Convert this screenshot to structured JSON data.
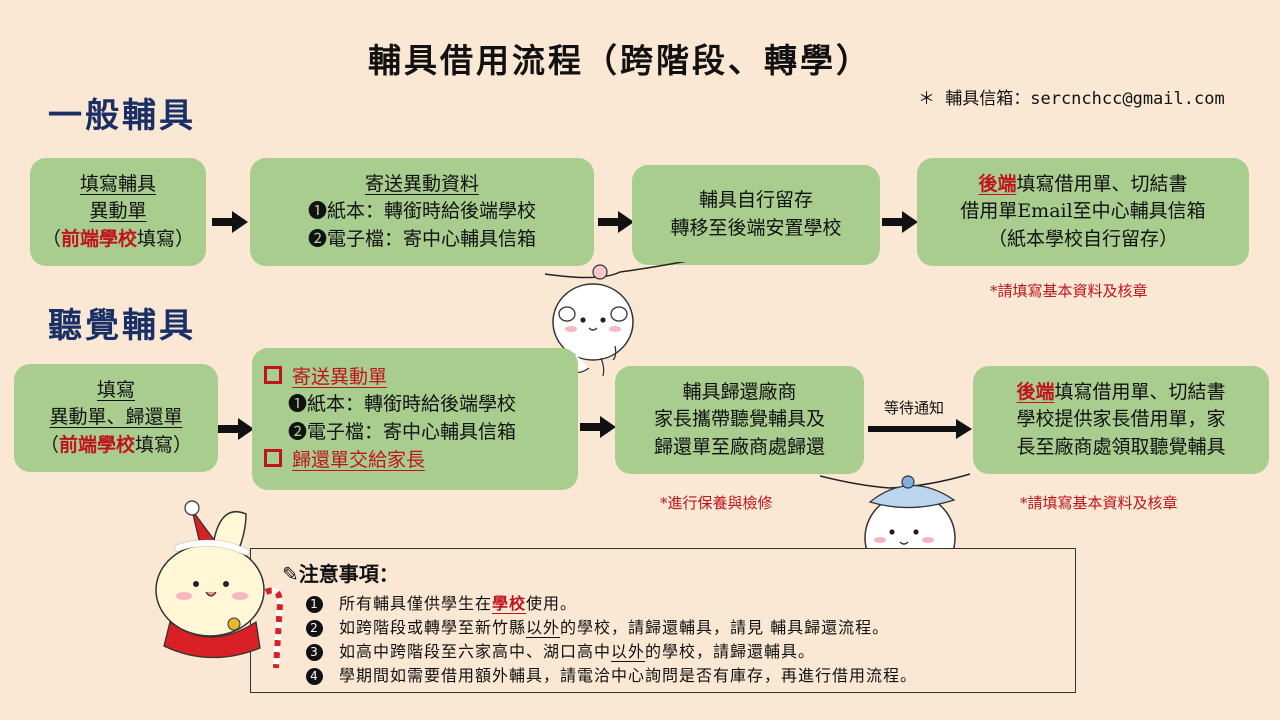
{
  "title": "輔具借用流程（跨階段、轉學）",
  "email_note": "＊ 輔具信箱：sercnchcc@gmail.com",
  "general": {
    "heading": "一般輔具",
    "step1": {
      "line1": "填寫輔具",
      "line2": "異動單",
      "paren_open": "（",
      "red": "前端學校",
      "rest": "填寫）"
    },
    "step2": {
      "line1": "寄送異動資料",
      "line2": "❶紙本：轉銜時給後端學校",
      "line3": "❷電子檔：寄中心輔具信箱"
    },
    "step3": {
      "line1": "輔具自行留存",
      "line2": "轉移至後端安置學校"
    },
    "step4": {
      "red": "後端",
      "line1_rest": "填寫借用單、切結書",
      "line2": "借用單Email至中心輔具信箱",
      "line3": "（紙本學校自行留存）"
    },
    "note": "*請填寫基本資料及核章"
  },
  "hearing": {
    "heading": "聽覺輔具",
    "step1": {
      "line1": "填寫",
      "line2": "異動單、歸還單",
      "paren_open": "（",
      "red": "前端學校",
      "rest": "填寫）"
    },
    "step2": {
      "check1": "寄送異動單",
      "line2": "❶紙本：轉銜時給後端學校",
      "line3": "❷電子檔：寄中心輔具信箱",
      "check2": "歸還單交給家長"
    },
    "step3": {
      "line1": "輔具歸還廠商",
      "line2": "家長攜帶聽覺輔具及",
      "line3": "歸還單至廠商處歸還"
    },
    "step3_note": "*進行保養與檢修",
    "wait_label": "等待通知",
    "step4": {
      "red": "後端",
      "line1_rest": "填寫借用單、切結書",
      "line2": "學校提供家長借用單，家",
      "line3": "長至廠商處領取聽覺輔具"
    },
    "note": "*請填寫基本資料及核章"
  },
  "notes": {
    "title": "注意事項：",
    "item1": {
      "num": "1",
      "a": "所有輔具僅供學生在",
      "b": "學校",
      "c": "使用。"
    },
    "item2": {
      "num": "2",
      "a": "如跨階段或轉學至新竹縣",
      "b": "以外",
      "c": "的學校，請歸還輔具，請見 輔具歸還流程。"
    },
    "item3": {
      "num": "3",
      "a": "如高中跨階段至六家高中、湖口高中",
      "b": "以外",
      "c": "的學校，請歸還輔具。"
    },
    "item4": {
      "num": "4",
      "a": "學期間如需要借用額外輔具，請電洽中心詢問是否有庫存，再進行借用流程。"
    }
  },
  "colors": {
    "box": "#a9cd8e",
    "heading": "#1a2f66",
    "accent": "#c0141c",
    "background": "#fbe8d4"
  }
}
